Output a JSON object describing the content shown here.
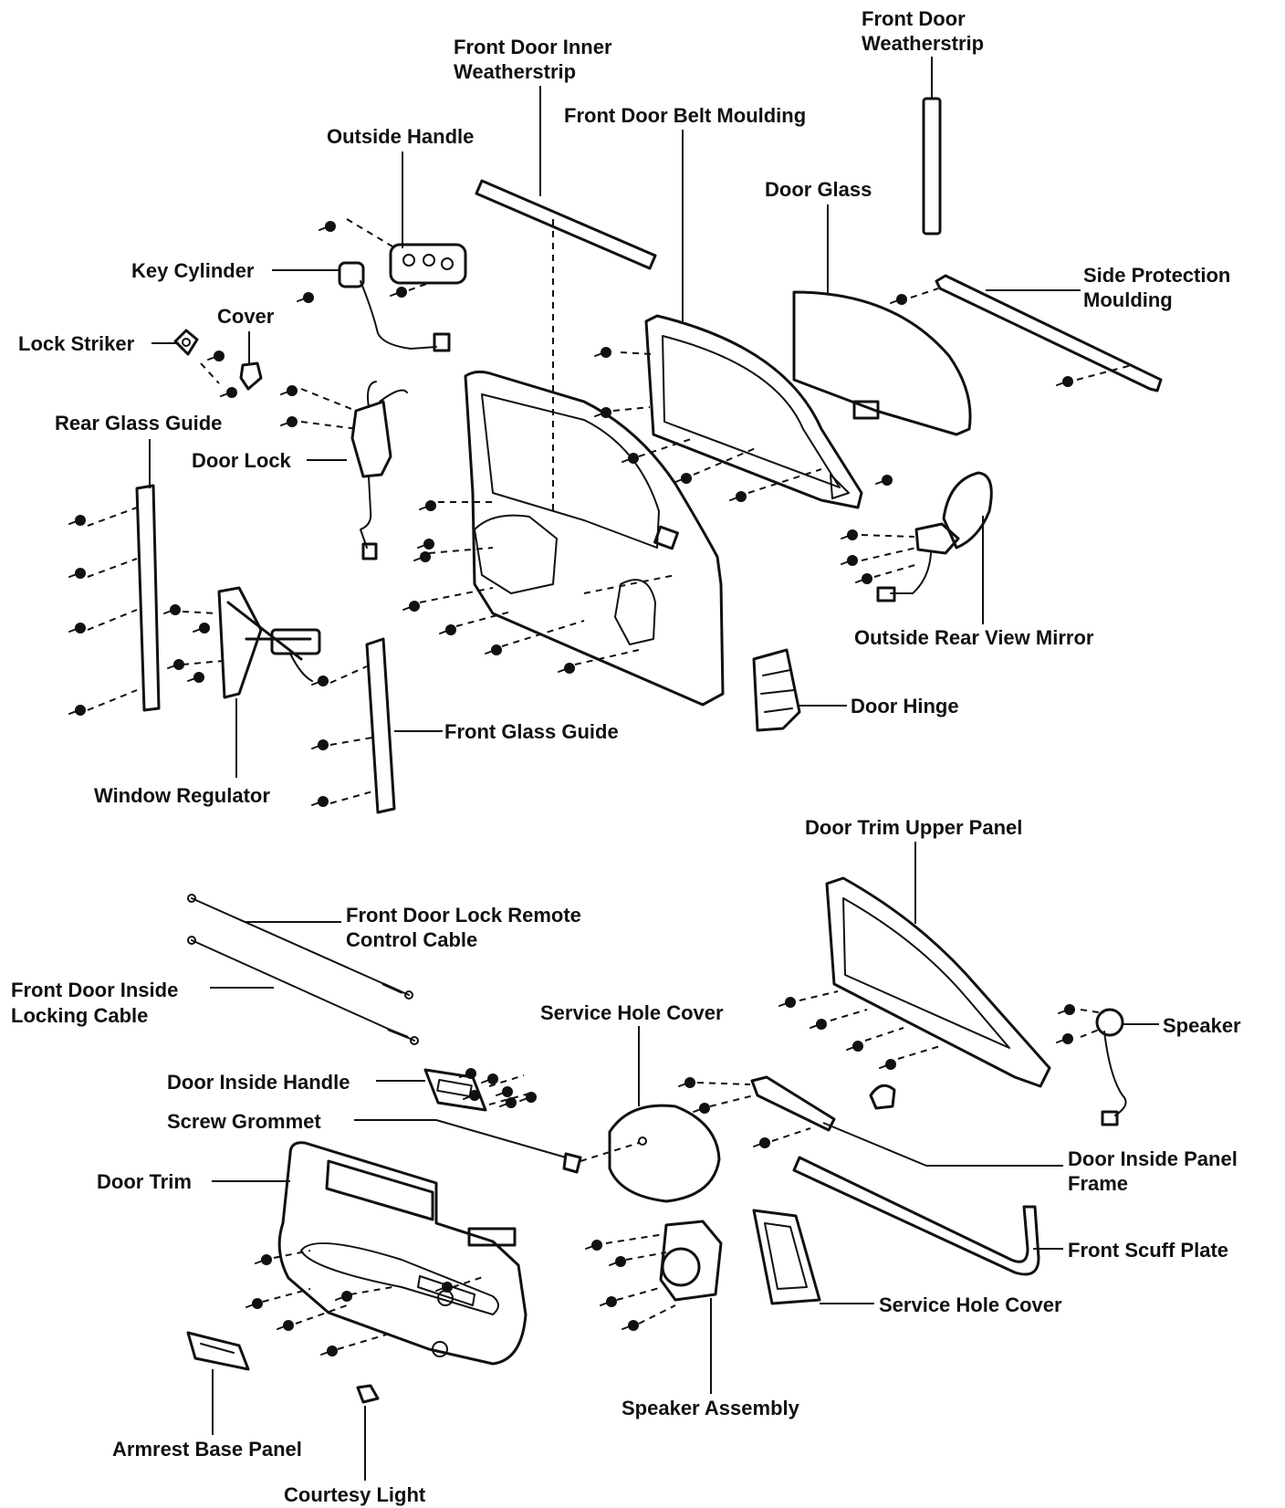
{
  "labels": {
    "front_door_weatherstrip": [
      "Front Door",
      "Weatherstrip"
    ],
    "front_door_inner_weatherstrip": [
      "Front Door Inner",
      "Weatherstrip"
    ],
    "front_door_belt_moulding": "Front Door Belt Moulding",
    "outside_handle": "Outside Handle",
    "door_glass": "Door Glass",
    "key_cylinder": "Key Cylinder",
    "side_protection_moulding": [
      "Side Protection",
      "Moulding"
    ],
    "cover": "Cover",
    "lock_striker": "Lock Striker",
    "rear_glass_guide": "Rear Glass Guide",
    "door_lock": "Door Lock",
    "outside_rear_view_mirror": "Outside Rear View Mirror",
    "door_hinge": "Door Hinge",
    "front_glass_guide": "Front Glass Guide",
    "window_regulator": "Window Regulator",
    "door_trim_upper_panel": "Door Trim Upper Panel",
    "front_door_lock_remote_control_cable": [
      "Front Door Lock Remote",
      "Control Cable"
    ],
    "front_door_inside_locking_cable": [
      "Front Door Inside",
      "Locking Cable"
    ],
    "service_hole_cover_top": "Service Hole Cover",
    "speaker": "Speaker",
    "door_inside_handle": "Door Inside Handle",
    "screw_grommet": "Screw Grommet",
    "door_trim": "Door Trim",
    "door_inside_panel_frame": [
      "Door Inside Panel",
      "Frame"
    ],
    "front_scuff_plate": "Front Scuff Plate",
    "service_hole_cover_bottom": "Service Hole Cover",
    "speaker_assembly": "Speaker Assembly",
    "armrest_base_panel": "Armrest Base Panel",
    "courtesy_light": "Courtesy Light"
  }
}
